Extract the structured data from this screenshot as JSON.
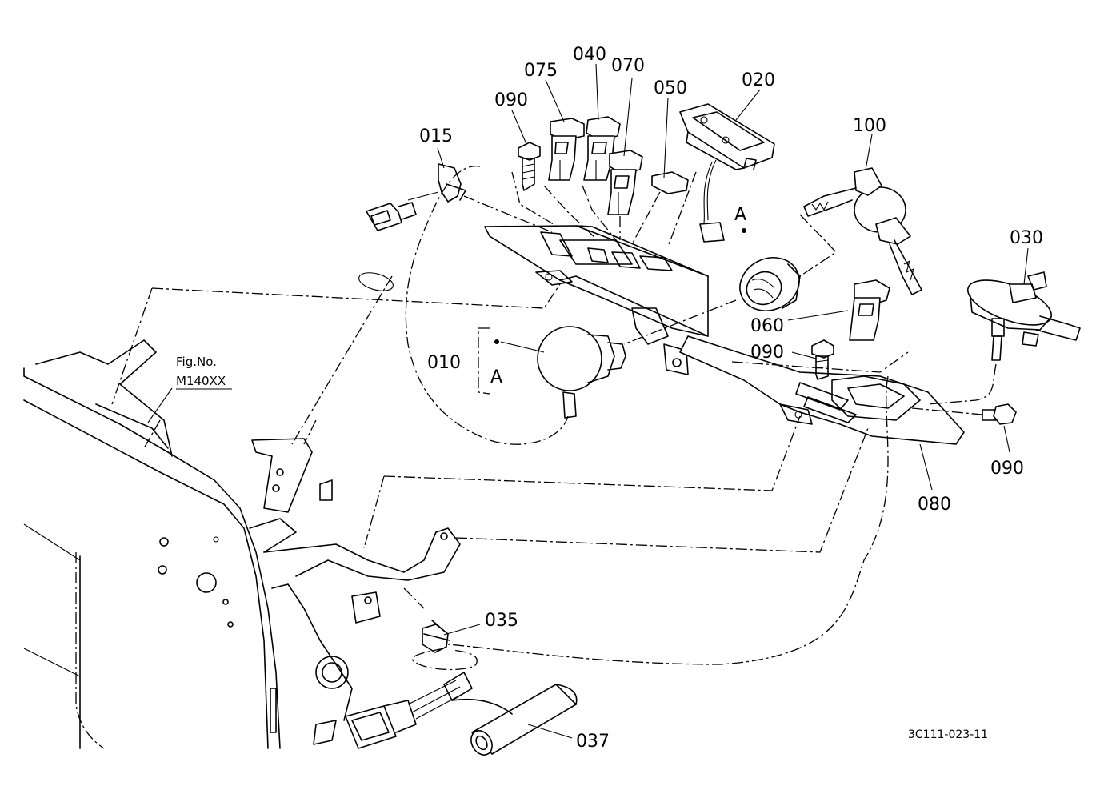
{
  "figure": {
    "parts": [
      {
        "id": "p010",
        "label": "010"
      },
      {
        "id": "p015",
        "label": "015"
      },
      {
        "id": "p020",
        "label": "020"
      },
      {
        "id": "p030",
        "label": "030"
      },
      {
        "id": "p035",
        "label": "035"
      },
      {
        "id": "p037",
        "label": "037"
      },
      {
        "id": "p040",
        "label": "040"
      },
      {
        "id": "p050",
        "label": "050"
      },
      {
        "id": "p060",
        "label": "060"
      },
      {
        "id": "p070",
        "label": "070"
      },
      {
        "id": "p075",
        "label": "075"
      },
      {
        "id": "p080",
        "label": "080"
      },
      {
        "id": "p090a",
        "label": "090"
      },
      {
        "id": "p090b",
        "label": "090"
      },
      {
        "id": "p090c",
        "label": "090"
      },
      {
        "id": "p100",
        "label": "100"
      }
    ],
    "detail_marks": [
      "A",
      "A"
    ],
    "fig_ref_title": "Fig.No.",
    "fig_ref_code": "M140XX",
    "drawing_code": "3C111-023-11"
  }
}
